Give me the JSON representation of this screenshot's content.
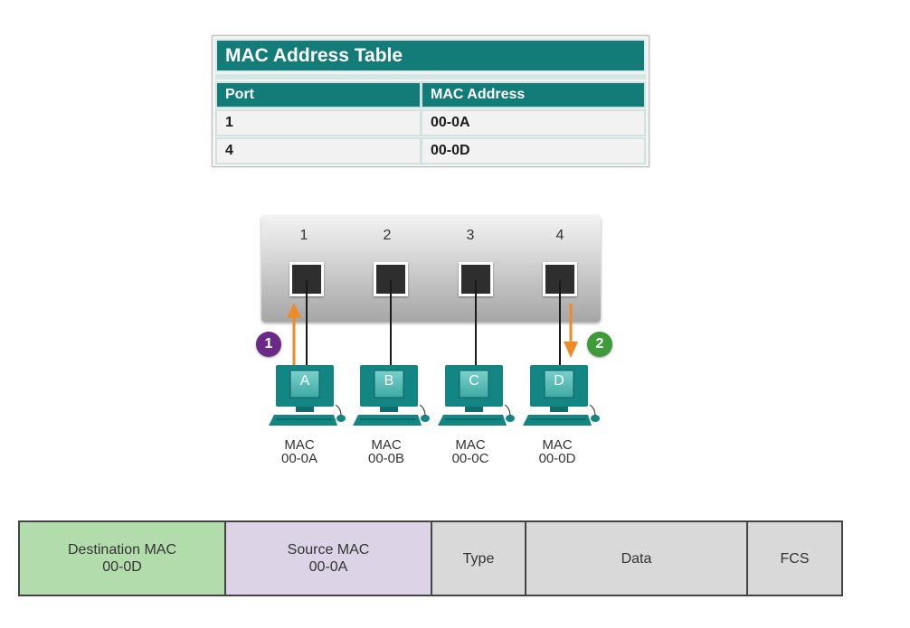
{
  "mac_table": {
    "title": "MAC Address Table",
    "headers": [
      "Port",
      "MAC Address"
    ],
    "rows": [
      {
        "port": "1",
        "mac": "00-0A"
      },
      {
        "port": "4",
        "mac": "00-0D"
      }
    ]
  },
  "switch": {
    "ports": [
      "1",
      "2",
      "3",
      "4"
    ]
  },
  "callouts": [
    {
      "label": "1",
      "color": "#6b2a86"
    },
    {
      "label": "2",
      "color": "#3f9b3a"
    }
  ],
  "hosts": [
    {
      "name": "A",
      "mac_label": "MAC",
      "mac": "00-0A"
    },
    {
      "name": "B",
      "mac_label": "MAC",
      "mac": "00-0B"
    },
    {
      "name": "C",
      "mac_label": "MAC",
      "mac": "00-0C"
    },
    {
      "name": "D",
      "mac_label": "MAC",
      "mac": "00-0D"
    }
  ],
  "frame": {
    "destination": {
      "label": "Destination MAC",
      "value": "00-0D",
      "color": "#b3dcad"
    },
    "source": {
      "label": "Source MAC",
      "value": "00-0A",
      "color": "#ddd3e6"
    },
    "type": "Type",
    "data": "Data",
    "fcs": "FCS"
  },
  "colors": {
    "table_header": "#137b78",
    "pc_body": "#138684",
    "arrow": "#f08a24"
  },
  "icons": [
    "monitor-icon",
    "keyboard-icon",
    "mouse-icon",
    "arrow-up-icon",
    "arrow-down-icon"
  ]
}
